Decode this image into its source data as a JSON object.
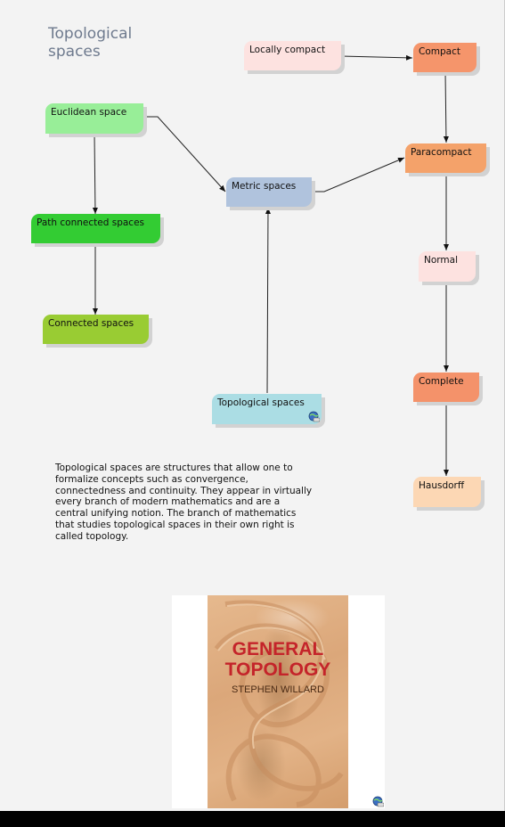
{
  "title": "Topological spaces",
  "nodes": {
    "locally_compact": "Locally compact",
    "compact": "Compact",
    "euclidean": "Euclidean space",
    "paracompact": "Paracompact",
    "metric": "Metric spaces",
    "path_connected": "Path connected spaces",
    "normal": "Normal",
    "connected": "Connected spaces",
    "topological": "Topological spaces",
    "complete": "Complete",
    "hausdorff": "Hausdorff"
  },
  "colors": {
    "locally_compact": "#fde2e0",
    "compact": "#f5956b",
    "euclidean": "#98ee98",
    "paracompact": "#f4a26a",
    "metric": "#b0c3dd",
    "path_connected": "#33cc33",
    "normal": "#fde2e0",
    "connected": "#99cc33",
    "topological": "#abdde4",
    "complete": "#f4926a",
    "hausdorff": "#fcd7b4"
  },
  "description": "Topological spaces are structures that allow one to formalize concepts such as convergence, connectedness and continuity. They appear in virtually every branch of modern mathematics and are a central unifying notion. The branch of mathematics that studies topological spaces in their own right is called topology.",
  "book": {
    "title_line1": "GENERAL",
    "title_line2": "TOPOLOGY",
    "author": "STEPHEN WILLARD"
  },
  "icons": [
    "globe-link-icon",
    "globe-link-icon"
  ]
}
